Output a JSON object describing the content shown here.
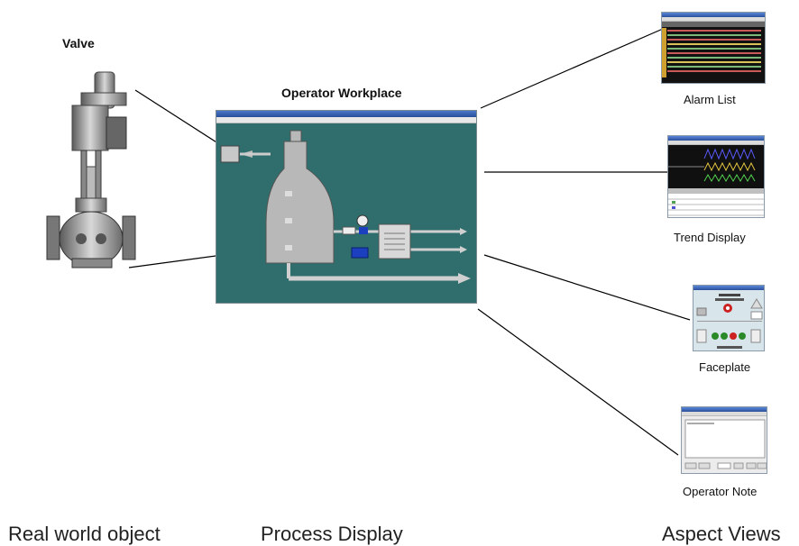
{
  "labels": {
    "valve": "Valve",
    "operator_workplace": "Operator Workplace",
    "alarm_list": "Alarm List",
    "trend_display": "Trend Display",
    "faceplate": "Faceplate",
    "operator_note": "Operator Note",
    "real_world_object": "Real world object",
    "process_display": "Process Display",
    "aspect_views": "Aspect Views"
  },
  "colors": {
    "process_background": "#2f6e6c",
    "tank": "#b8b8b8",
    "pump": "#1c3fbf",
    "line": "#000000"
  }
}
